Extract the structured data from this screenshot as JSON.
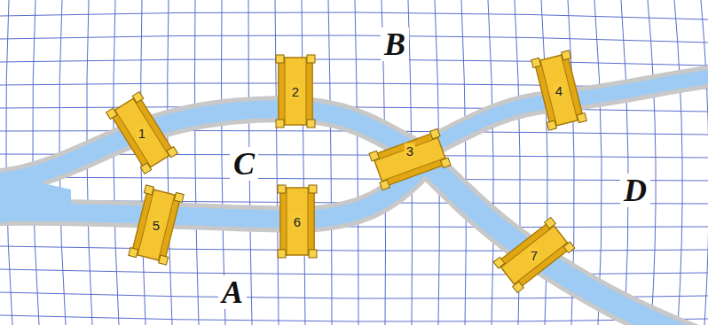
{
  "diagram": {
    "labels": [
      "B",
      "2",
      "4",
      "1",
      "C",
      "3",
      "D",
      "5",
      "6",
      "7",
      "A"
    ]
  }
}
